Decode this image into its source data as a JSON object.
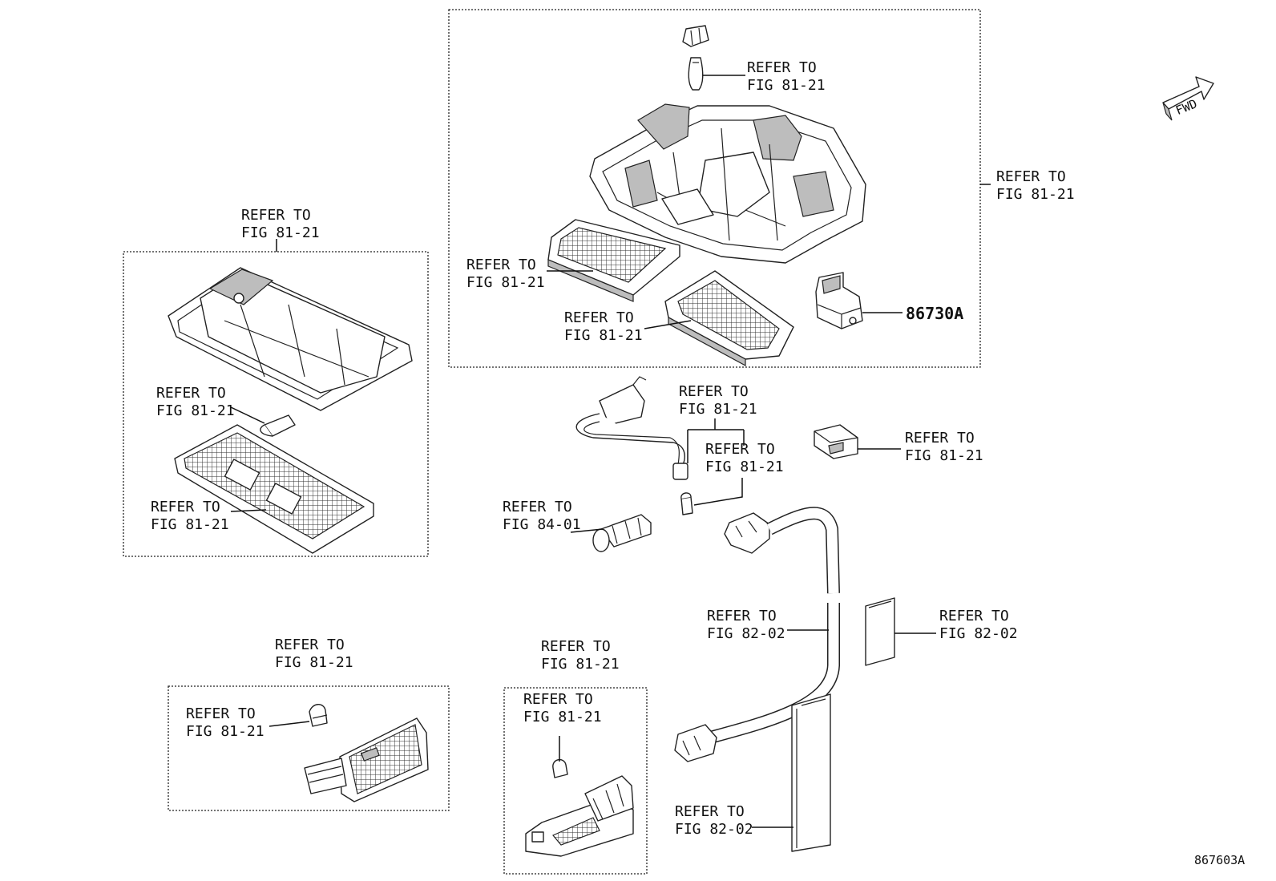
{
  "diagram_id": "867603A",
  "part_number": "86730A",
  "fwd_label": "FWD",
  "refs": {
    "main_lamp_housing": [
      "REFER TO",
      "FIG 81-21"
    ],
    "top_bulb": [
      "REFER TO",
      "FIG 81-21"
    ],
    "top_lens_left": [
      "REFER TO",
      "FIG 81-21"
    ],
    "top_lens_right": [
      "REFER TO",
      "FIG 81-21"
    ],
    "left_assembly": [
      "REFER TO",
      "FIG 81-21"
    ],
    "left_bulb": [
      "REFER TO",
      "FIG 81-21"
    ],
    "left_lens": [
      "REFER TO",
      "FIG 81-21"
    ],
    "socket_harness": [
      "REFER TO",
      "FIG 81-21"
    ],
    "socket_bulb": [
      "REFER TO",
      "FIG 81-21"
    ],
    "switch": [
      "REFER TO",
      "FIG 84-01"
    ],
    "connector": [
      "REFER TO",
      "FIG 81-21"
    ],
    "harness_main": [
      "REFER TO",
      "FIG 82-02"
    ],
    "pad_small": [
      "REFER TO",
      "FIG 82-02"
    ],
    "pad_long": [
      "REFER TO",
      "FIG 82-02"
    ],
    "bottom_left_assembly": [
      "REFER TO",
      "FIG 81-21"
    ],
    "bottom_left_bulb": [
      "REFER TO",
      "FIG 81-21"
    ],
    "bottom_mid_assembly": [
      "REFER TO",
      "FIG 81-21"
    ],
    "bottom_mid_bulb": [
      "REFER TO",
      "FIG 81-21"
    ]
  }
}
